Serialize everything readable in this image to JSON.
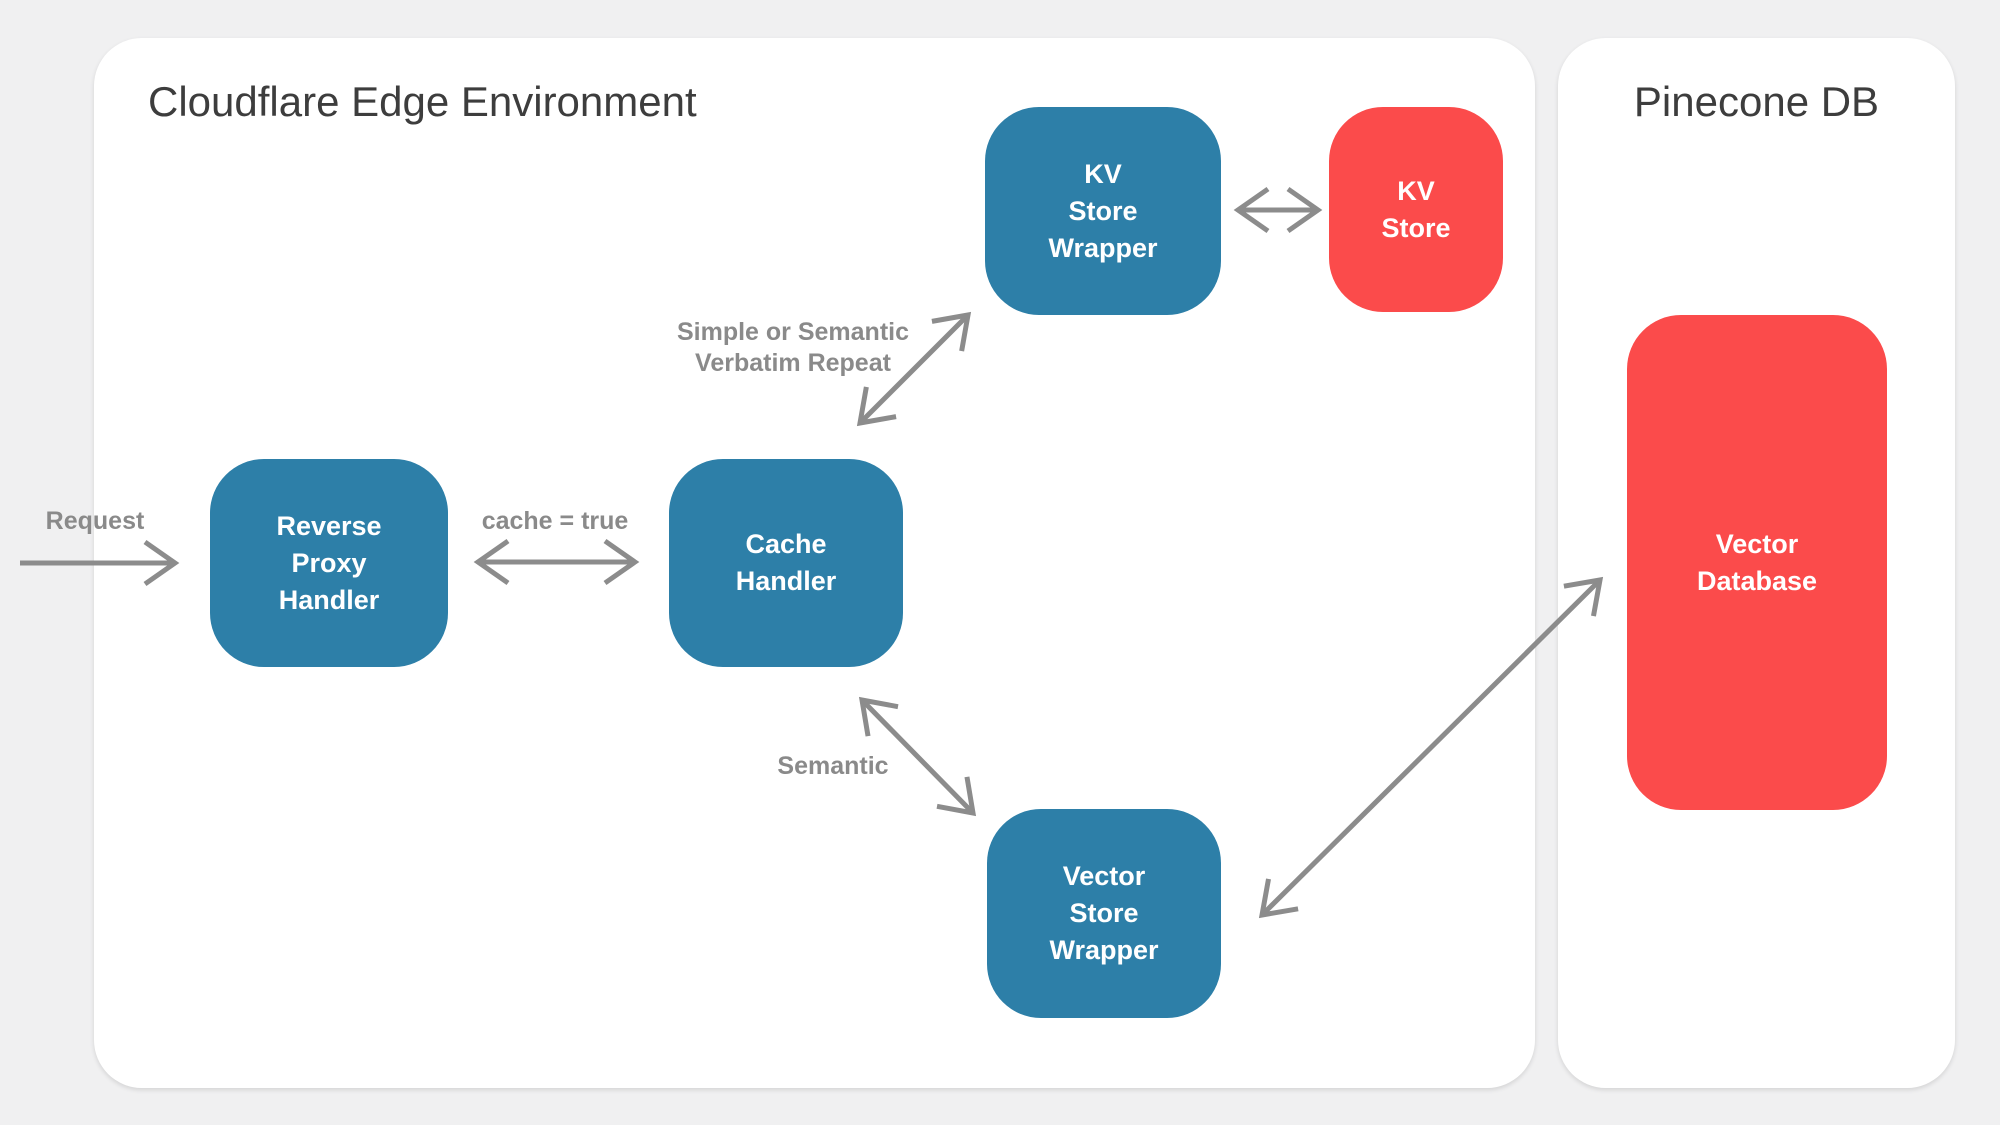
{
  "colors": {
    "background": "#f0f0f1",
    "card": "#ffffff",
    "title": "#3d3d3d",
    "blue_node": "#2d7fa8",
    "red_node": "#fb4b4b",
    "arrow": "#8c8c8c",
    "label": "#8a8a8a"
  },
  "cards": {
    "cloudflare": {
      "title": "Cloudflare Edge Environment"
    },
    "pinecone": {
      "title": "Pinecone DB"
    }
  },
  "nodes": {
    "reverse_proxy_handler": {
      "label": "Reverse\nProxy\nHandler",
      "type": "blue"
    },
    "cache_handler": {
      "label": "Cache\nHandler",
      "type": "blue"
    },
    "kv_store_wrapper": {
      "label": "KV\nStore\nWrapper",
      "type": "blue"
    },
    "vector_store_wrapper": {
      "label": "Vector\nStore\nWrapper",
      "type": "blue"
    },
    "kv_store": {
      "label": "KV\nStore",
      "type": "red"
    },
    "vector_database": {
      "label": "Vector\nDatabase",
      "type": "red"
    }
  },
  "edge_labels": {
    "request": "Request",
    "cache_true": "cache = true",
    "verbatim": "Simple or Semantic\nVerbatim Repeat",
    "semantic": "Semantic"
  }
}
